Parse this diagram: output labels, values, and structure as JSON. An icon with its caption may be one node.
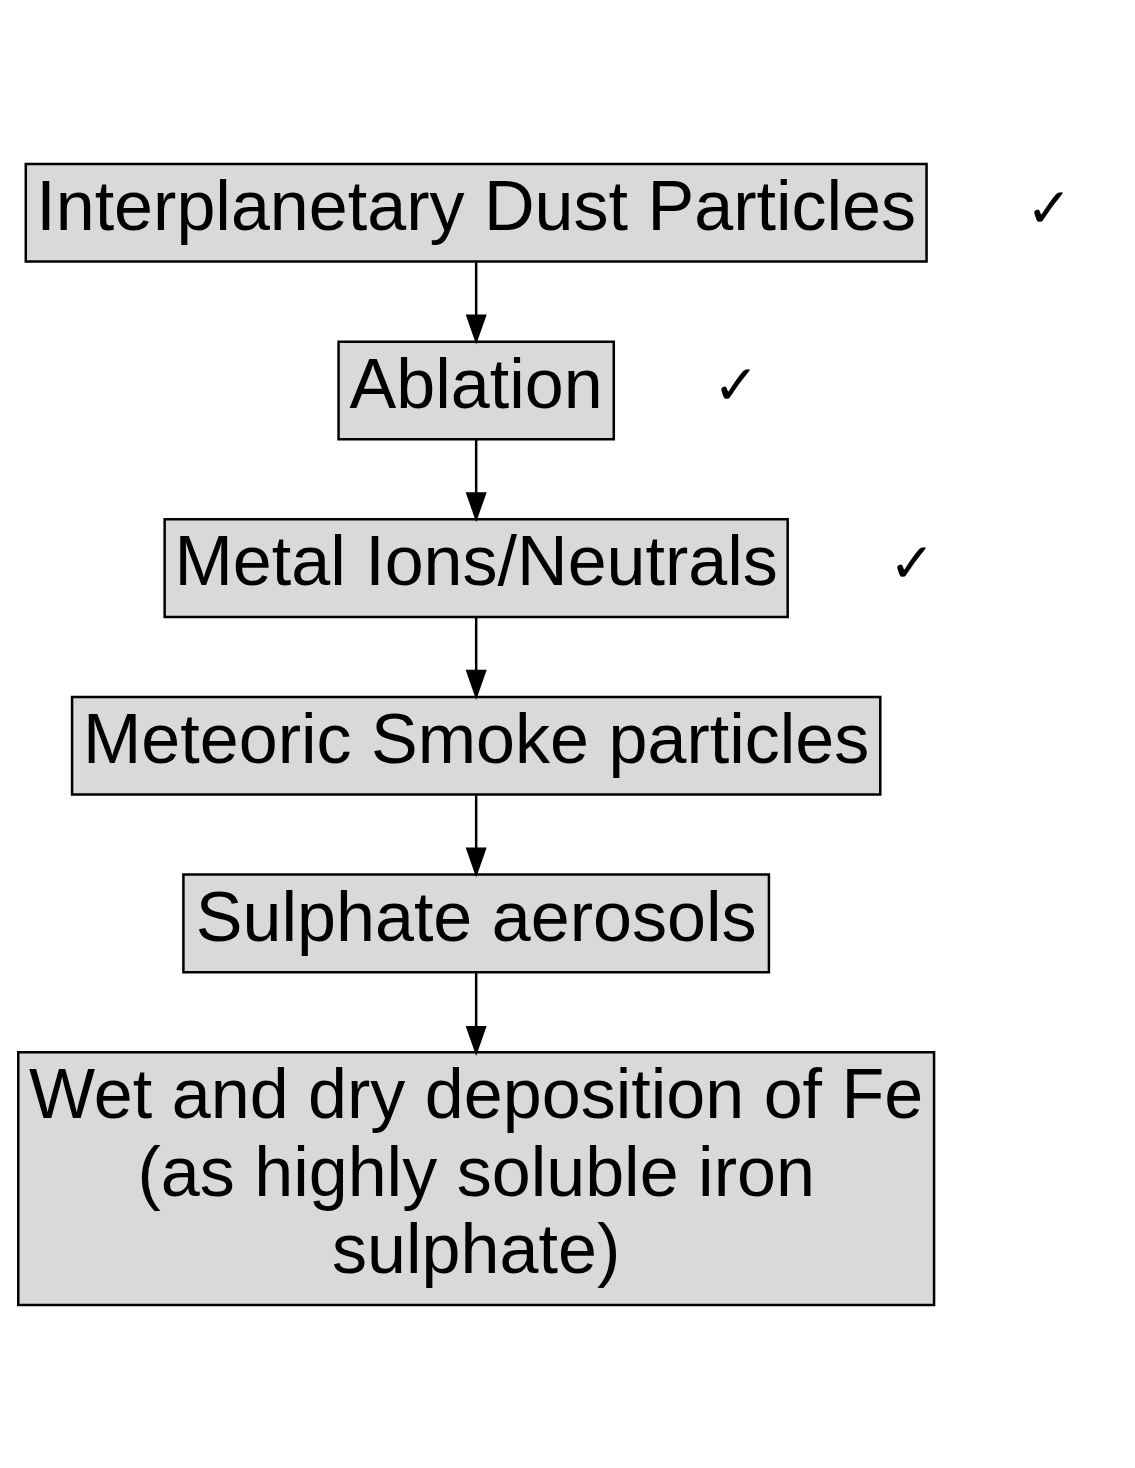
{
  "diagram": {
    "nodes": [
      {
        "text": [
          "Interplanetary Dust Particles"
        ],
        "beside": [
          "✓"
        ]
      },
      {
        "text": [
          "Ablation"
        ],
        "beside": [
          "✓"
        ]
      },
      {
        "text": [
          "Metal Ions/Neutrals"
        ],
        "beside": [
          "✓"
        ]
      },
      {
        "text": [
          "Meteoric Smoke particles"
        ]
      },
      {
        "text": [
          "Sulphate aerosols"
        ]
      },
      {
        "text": [
          "Wet and dry deposition of Fe (as highly soluble iron sulphate)"
        ]
      }
    ],
    "edges": [
      {
        "from": 0,
        "to": 1,
        "arrow": "to"
      },
      {
        "from": 1,
        "to": 2,
        "arrow": "to"
      },
      {
        "from": 2,
        "to": 3,
        "arrow": "to"
      },
      {
        "from": 3,
        "to": 4,
        "arrow": "to"
      },
      {
        "from": 4,
        "to": 5,
        "arrow": "to"
      }
    ]
  }
}
